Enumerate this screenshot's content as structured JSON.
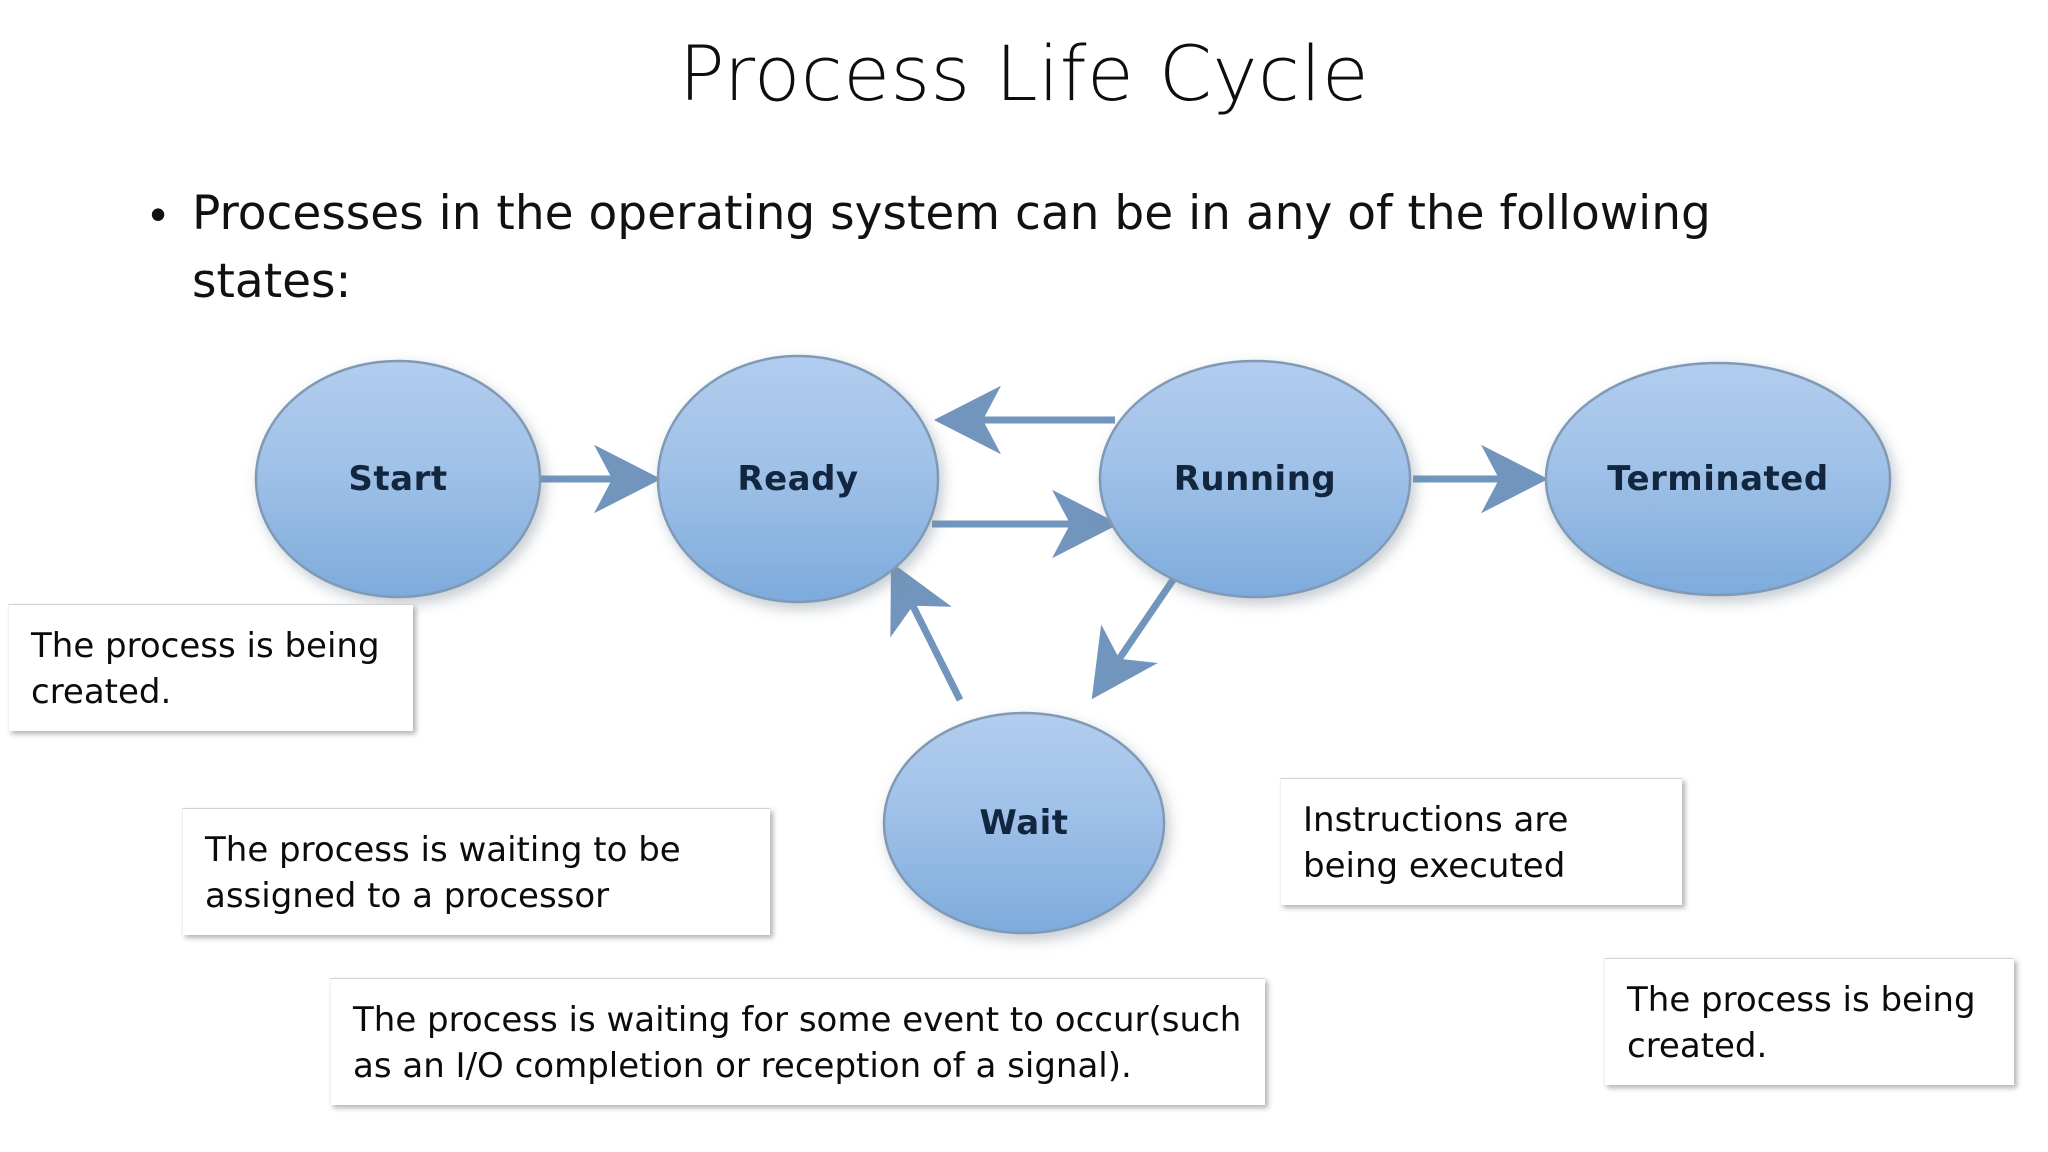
{
  "slide": {
    "title": "Process Life Cycle",
    "bullet_marker": "•",
    "bullet_text": "Processes in the operating system can be in any of the following states:"
  },
  "diagram": {
    "type": "state-diagram",
    "nodes": [
      {
        "id": "start",
        "label": "Start"
      },
      {
        "id": "ready",
        "label": "Ready"
      },
      {
        "id": "running",
        "label": "Running"
      },
      {
        "id": "terminated",
        "label": "Terminated"
      },
      {
        "id": "wait",
        "label": "Wait"
      }
    ],
    "edges": [
      {
        "from": "start",
        "to": "ready"
      },
      {
        "from": "running",
        "to": "ready"
      },
      {
        "from": "ready",
        "to": "running"
      },
      {
        "from": "running",
        "to": "terminated"
      },
      {
        "from": "running",
        "to": "wait"
      },
      {
        "from": "wait",
        "to": "ready"
      }
    ],
    "colors": {
      "node_fill_top": "#aac8ea",
      "node_fill_bottom": "#7faada",
      "node_stroke": "#7f9db9",
      "node_text": "#12263f",
      "arrow": "#7195bd"
    }
  },
  "callouts": [
    {
      "id": "callout-start",
      "for": "Start",
      "text": "The process is being created."
    },
    {
      "id": "callout-ready",
      "for": "Ready",
      "text": "The process is waiting to be assigned to a processor"
    },
    {
      "id": "callout-wait",
      "for": "Wait",
      "text": "The process is waiting for some event to occur(such as an I/O completion or reception of a signal)."
    },
    {
      "id": "callout-running",
      "for": "Running",
      "text": "Instructions are being executed"
    },
    {
      "id": "callout-terminated",
      "for": "Terminated",
      "text": "The process is being created."
    }
  ]
}
